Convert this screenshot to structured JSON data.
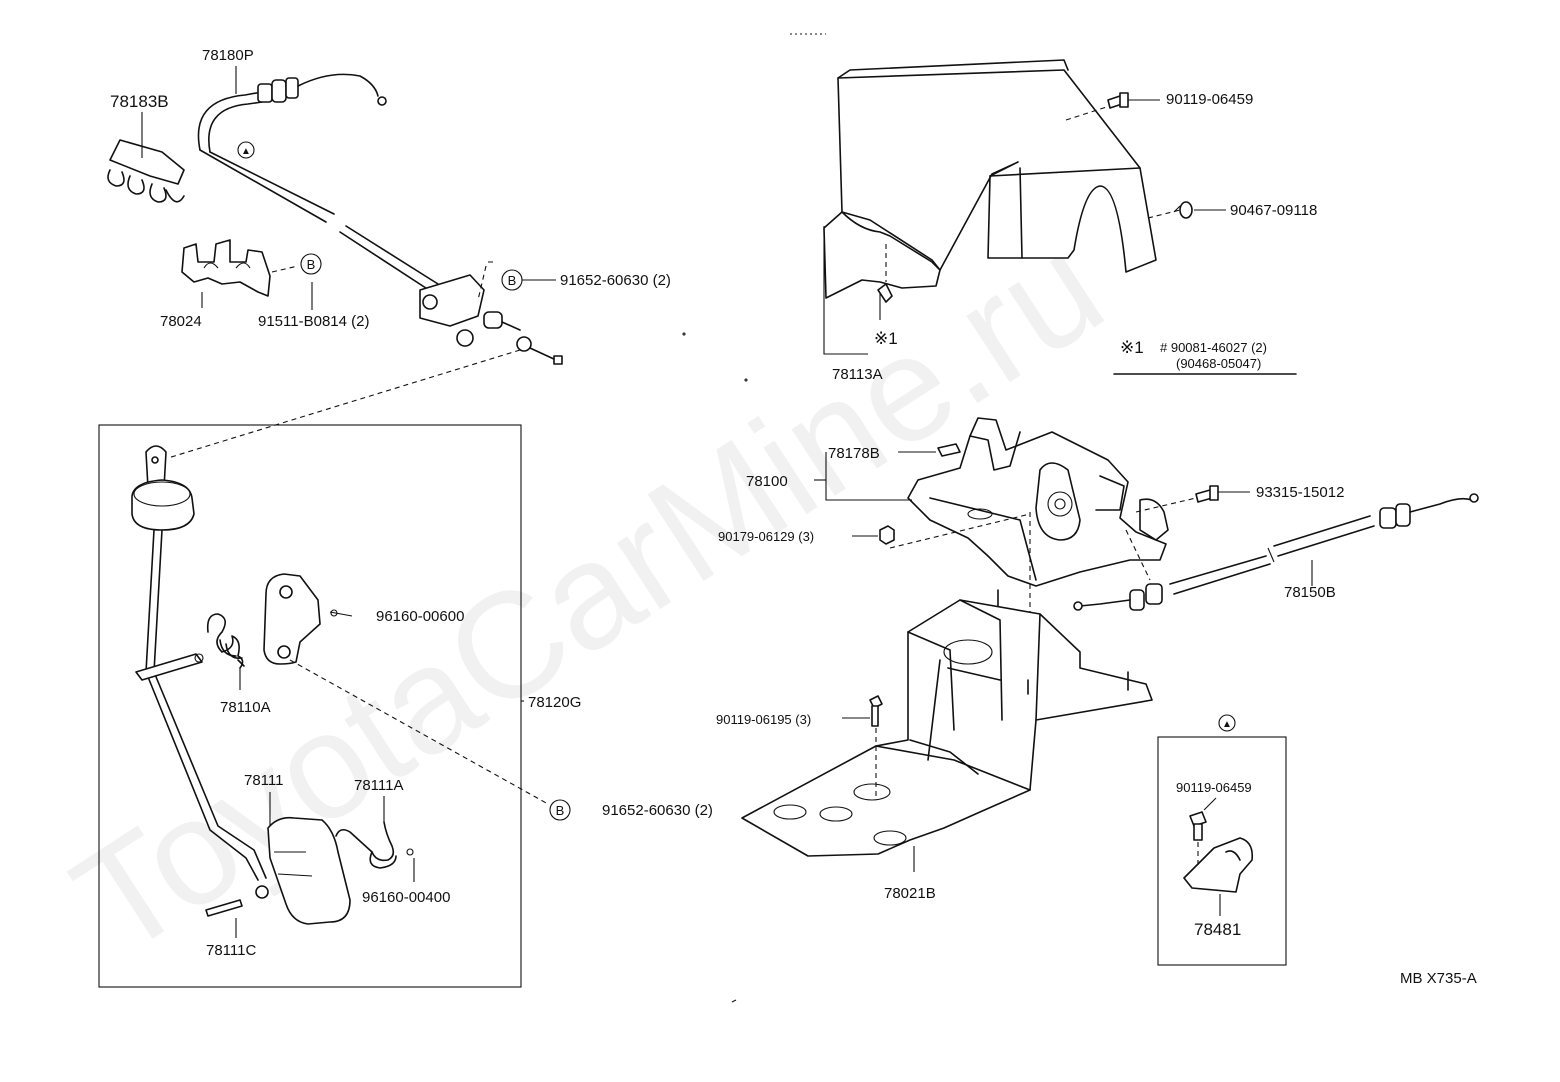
{
  "watermark": "ToyotaCarMine.ru",
  "drawing_code": "MB X735-A",
  "note": {
    "symbol": "※1",
    "line1": "# 90081-46027 (2)",
    "line2": "(90468-05047)"
  },
  "callout_markers": {
    "b": "B",
    "triangle": "▲"
  },
  "labels": {
    "p78180P": "78180P",
    "p78183B": "78183B",
    "p78024": "78024",
    "p91511": "91511-B0814 (2)",
    "p91652_top": "91652-60630 (2)",
    "p78110A": "78110A",
    "p96160_600": "96160-00600",
    "p78120G": "78120G",
    "p91652_bottom": "91652-60630 (2)",
    "p78111": "78111",
    "p78111A": "78111A",
    "p96160_400": "96160-00400",
    "p78111C": "78111C",
    "p90119_06459_top": "90119-06459",
    "p90467": "90467-09118",
    "p78113A": "78113A",
    "p_star1": "※1",
    "p78178B": "78178B",
    "p78100": "78100",
    "p93315": "93315-15012",
    "p90179": "90179-06129 (3)",
    "p78150B": "78150B",
    "p90119_06195": "90119-06195 (3)",
    "p78021B": "78021B",
    "p90119_06459_inset": "90119-06459",
    "p78481": "78481"
  }
}
